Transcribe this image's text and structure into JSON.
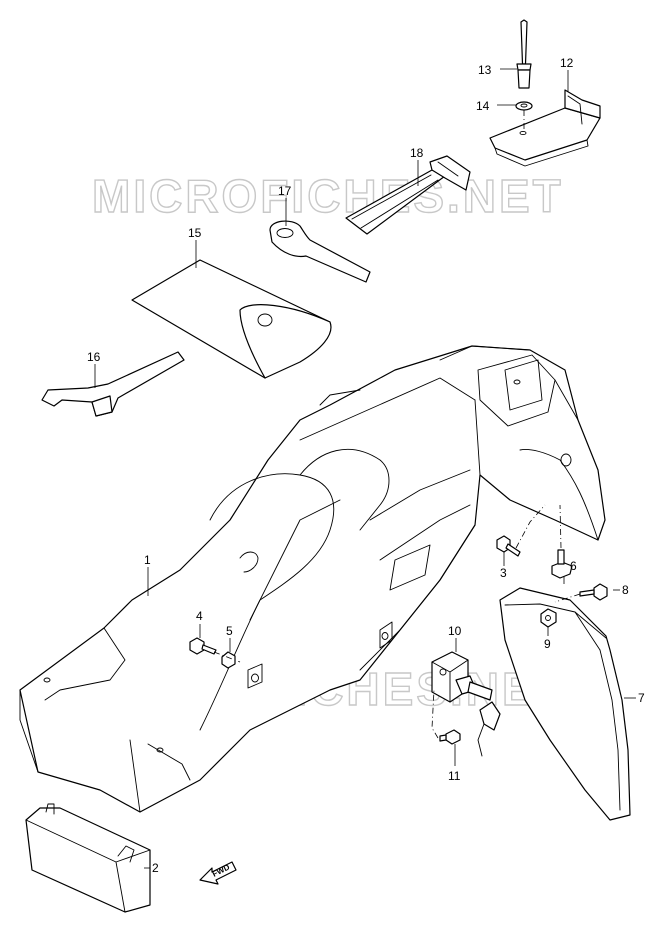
{
  "watermark": "MICROFICHES.NET",
  "direction_label": "FWD",
  "part_labels": {
    "p1": "1",
    "p2": "2",
    "p3": "3",
    "p4": "4",
    "p5": "5",
    "p6": "6",
    "p7": "7",
    "p8": "8",
    "p9": "9",
    "p10": "10",
    "p11": "11",
    "p12": "12",
    "p13": "13",
    "p14": "14",
    "p15": "15",
    "p16": "16",
    "p17": "17",
    "p18": "18"
  }
}
